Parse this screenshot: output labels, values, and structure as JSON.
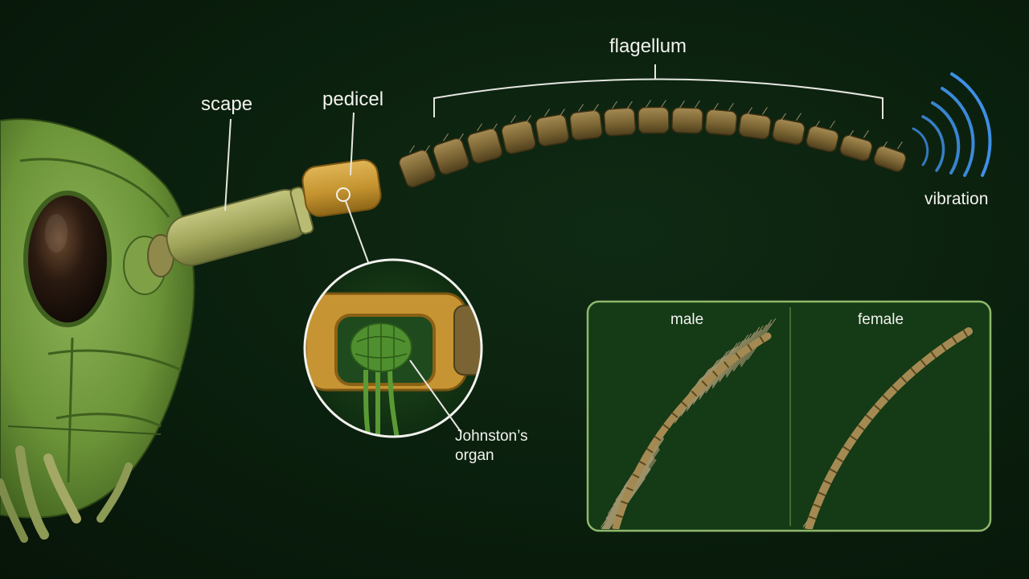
{
  "labels": {
    "flagellum": "flagellum",
    "scape": "scape",
    "pedicel": "pedicel",
    "vibration": "vibration",
    "johnstons_organ": "Johnston’s organ"
  },
  "comparison_panel": {
    "male": "male",
    "female": "female"
  },
  "colors": {
    "background": "#0a1f0d",
    "head": "#6f9a3c",
    "scape": "#a8ad63",
    "pedicel": "#c99a37",
    "flagellum": "#7a6433",
    "vibration": "#3f8fe6",
    "panel_border": "#8fb86a",
    "organ": "#4f8f2f"
  },
  "icons": {
    "vibration": "sound-waves-icon"
  },
  "flagellum_segment_count": 15
}
